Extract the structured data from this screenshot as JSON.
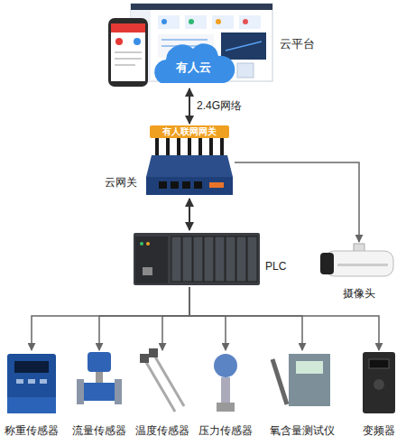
{
  "diagram": {
    "nodes": [
      {
        "text": [
          "有人云",
          "云平台"
        ]
      },
      {
        "text": [
          "有人联网网关",
          "云网关"
        ]
      },
      {
        "text": [
          "PLC"
        ]
      },
      {
        "text": [
          "摄像头"
        ]
      },
      {
        "text": [
          "称重传感器"
        ]
      },
      {
        "text": [
          "流量传感器"
        ]
      },
      {
        "text": [
          "温度传感器"
        ]
      },
      {
        "text": [
          "压力传感器"
        ]
      },
      {
        "text": [
          "氧含量测试仪"
        ]
      },
      {
        "text": [
          "变频器"
        ]
      }
    ],
    "edges": [
      {
        "from": 0,
        "to": 1,
        "arrow": "both",
        "label": "2.4G网络"
      },
      {
        "from": 1,
        "to": 2,
        "arrow": "both"
      },
      {
        "from": 1,
        "to": 3,
        "arrow": "to"
      },
      {
        "from": 2,
        "to": 4,
        "arrow": "to"
      },
      {
        "from": 2,
        "to": 5,
        "arrow": "to"
      },
      {
        "from": 2,
        "to": 6,
        "arrow": "to"
      },
      {
        "from": 2,
        "to": 7,
        "arrow": "to"
      },
      {
        "from": 2,
        "to": 8,
        "arrow": "to"
      },
      {
        "from": 2,
        "to": 9,
        "arrow": "to"
      }
    ]
  }
}
